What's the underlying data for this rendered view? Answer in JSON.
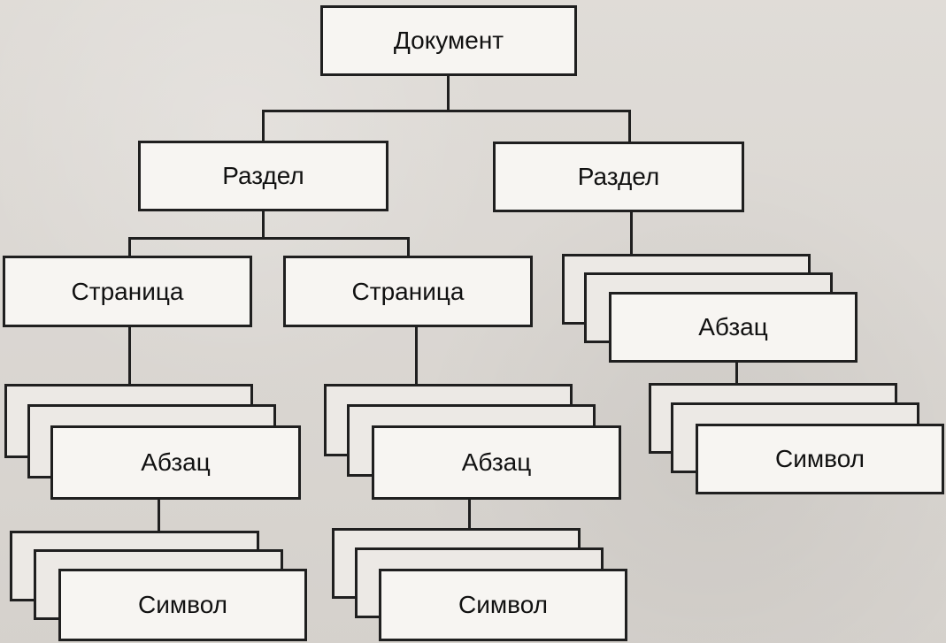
{
  "nodes": {
    "document": "Документ",
    "section_left": "Раздел",
    "section_right": "Раздел",
    "page_left": "Страница",
    "page_middle": "Страница",
    "paragraph_right": "Абзац",
    "paragraph_left": "Абзац",
    "paragraph_middle": "Абзац",
    "symbol_left": "Символ",
    "symbol_middle": "Символ",
    "symbol_right": "Символ"
  },
  "colors": {
    "background": "#dcd8d3",
    "box_fill": "#f3f1ee",
    "line": "#1f1f1f",
    "text": "#111111"
  }
}
